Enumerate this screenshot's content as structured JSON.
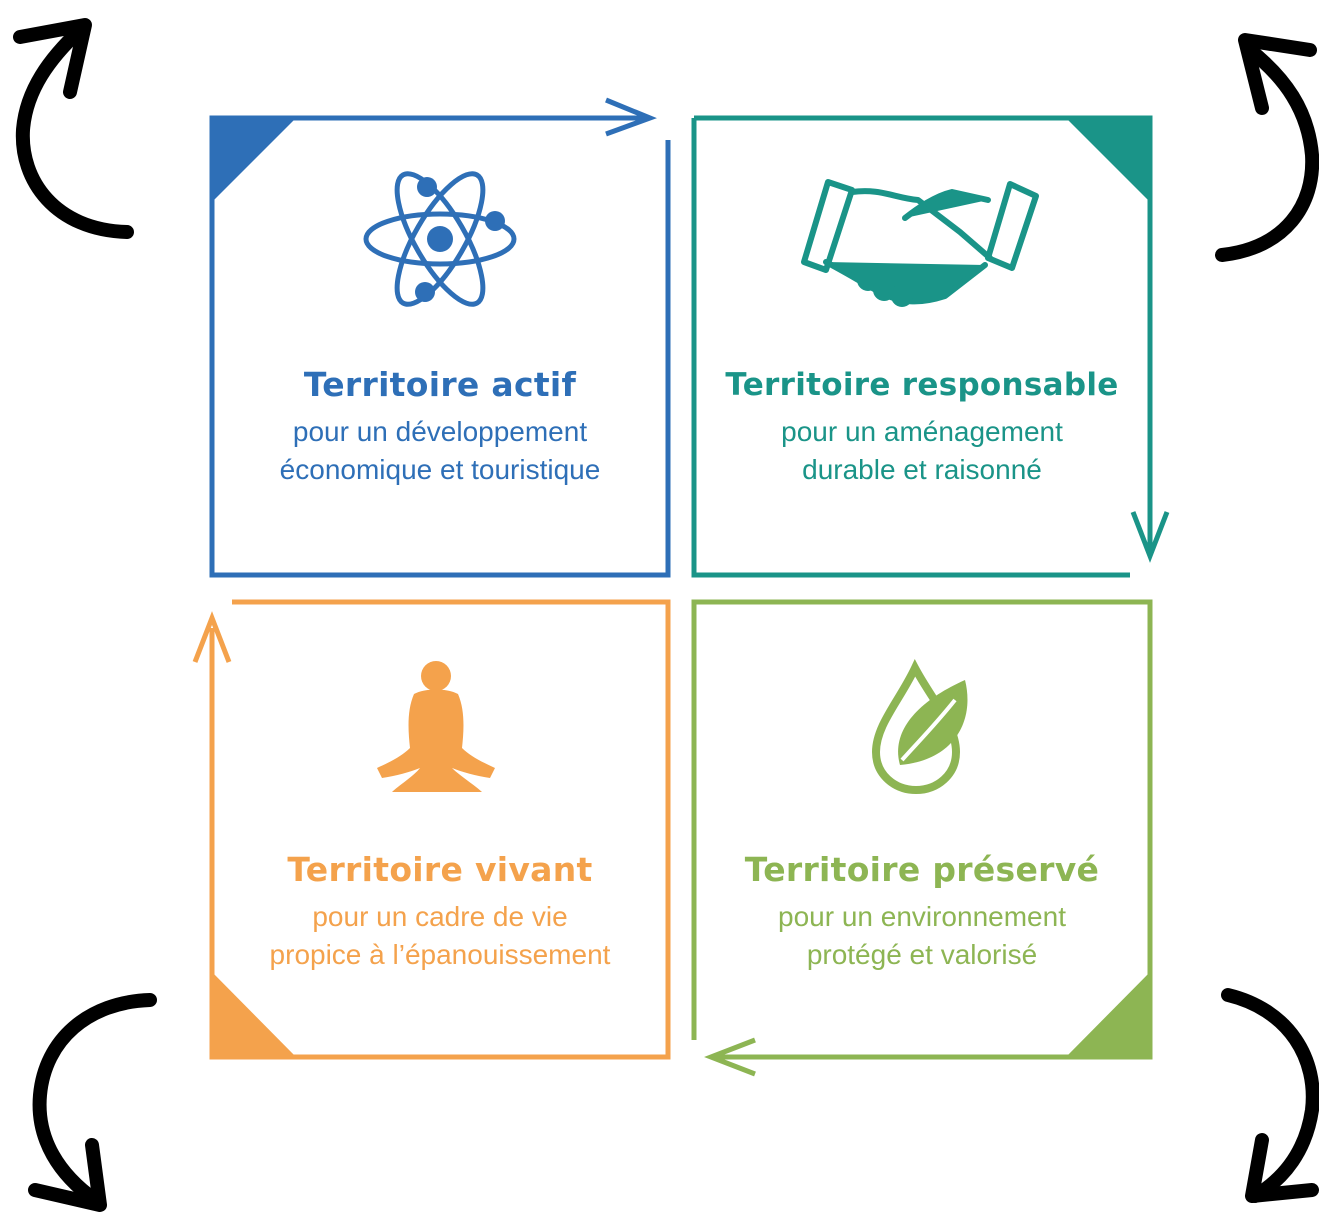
{
  "colors": {
    "blue": "#2e6fb7",
    "teal": "#1a9488",
    "orange": "#f4a24c",
    "green": "#8db553",
    "black": "#000000"
  },
  "quadrants": [
    {
      "id": "actif",
      "title": "Territoire actif",
      "subtitle_line1": "pour un développement",
      "subtitle_line2": "économique et touristique",
      "icon": "atom-icon",
      "color": "#2e6fb7"
    },
    {
      "id": "responsable",
      "title": "Territoire responsable",
      "subtitle_line1": "pour un aménagement",
      "subtitle_line2": "durable et raisonné",
      "icon": "handshake-icon",
      "color": "#1a9488"
    },
    {
      "id": "vivant",
      "title": "Territoire vivant",
      "subtitle_line1": "pour un cadre de vie",
      "subtitle_line2": "propice à l’épanouissement",
      "icon": "meditation-icon",
      "color": "#f4a24c"
    },
    {
      "id": "preserve",
      "title": "Territoire préservé",
      "subtitle_line1": "pour un environnement",
      "subtitle_line2": "protégé et valorisé",
      "icon": "water-drop-leaf-icon",
      "color": "#8db553"
    }
  ],
  "flow": "clockwise",
  "corner_arrows": [
    "curved-arrow-icon",
    "curved-arrow-icon",
    "curved-arrow-icon",
    "curved-arrow-icon"
  ]
}
